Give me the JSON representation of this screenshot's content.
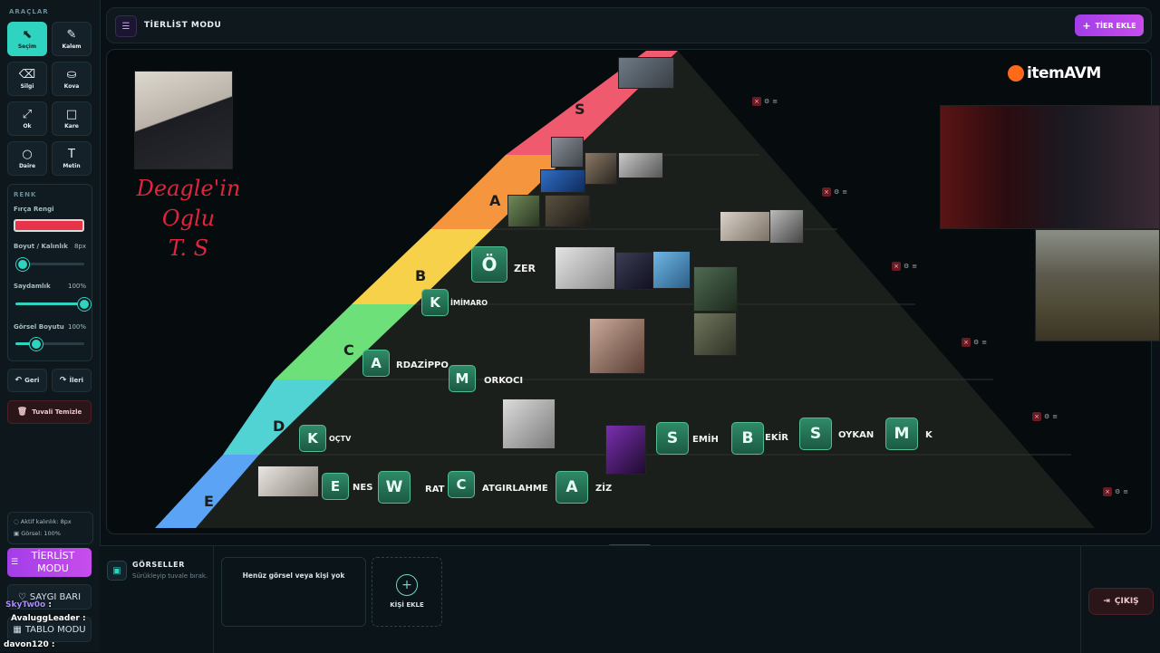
{
  "sidebar": {
    "tools_label": "ARAÇLAR",
    "tools": [
      {
        "label": "Seçim",
        "icon": "cursor-icon",
        "glyph": "⬉",
        "active": true
      },
      {
        "label": "Kalem",
        "icon": "pencil-icon",
        "glyph": "✎"
      },
      {
        "label": "Silgi",
        "icon": "eraser-icon",
        "glyph": "⌫"
      },
      {
        "label": "Kova",
        "icon": "bucket-icon",
        "glyph": "⛀"
      },
      {
        "label": "Ok",
        "icon": "arrow-icon",
        "glyph": "⤢"
      },
      {
        "label": "Kare",
        "icon": "square-icon",
        "glyph": "□"
      },
      {
        "label": "Daire",
        "icon": "circle-icon",
        "glyph": "○"
      },
      {
        "label": "Metin",
        "icon": "text-icon",
        "glyph": "T"
      }
    ],
    "color_section": "RENK",
    "brush_color_label": "Fırça Rengi",
    "brush_color": "#e8344a",
    "size_label": "Boyut / Kalınlık",
    "size_value": "8px",
    "size_fraction": 0.1,
    "opacity_label": "Saydamlık",
    "opacity_value": "100%",
    "opacity_fraction": 1.0,
    "image_size_label": "Görsel Boyutu",
    "image_size_value": "100%",
    "image_size_fraction": 0.3,
    "undo_label": "Geri",
    "redo_label": "İleri",
    "clear_label": "Tuvali Temizle",
    "status_thickness": "Aktif kalınlık: 8px",
    "status_image": "Görsel: 100%",
    "mode_tierlist": "TİERLİST MODU",
    "mode_respect": "SAYGI BARI",
    "mode_table": "TABLO MODU"
  },
  "topbar": {
    "title": "TİERLİST MODU",
    "add_tier_label": "TİER EKLE"
  },
  "canvas": {
    "logo_text": "itemAVM",
    "handwriting": [
      "Deagle'in",
      "Oglu",
      "T. S"
    ],
    "tiers": [
      {
        "label": "S",
        "color": "#ef5a6f"
      },
      {
        "label": "A",
        "color": "#f5963f"
      },
      {
        "label": "B",
        "color": "#f7d14a"
      },
      {
        "label": "C",
        "color": "#6ee07a"
      },
      {
        "label": "D",
        "color": "#52d3d3"
      },
      {
        "label": "E",
        "color": "#5aa3f5"
      }
    ],
    "chips": [
      {
        "letter": "Ö",
        "text": "ZER"
      },
      {
        "letter": "K",
        "text": "İMİMARO"
      },
      {
        "letter": "A",
        "text": "RDAZİPPO"
      },
      {
        "letter": "M",
        "text": "ORKOCI"
      },
      {
        "letter": "K",
        "text": "OÇTV"
      },
      {
        "letter": "S",
        "text": "EMİH"
      },
      {
        "letter": "B",
        "text": "EKİR"
      },
      {
        "letter": "S",
        "text": "OYKAN"
      },
      {
        "letter": "M",
        "text": "K"
      },
      {
        "letter": "E",
        "text": "NES"
      },
      {
        "letter": "W",
        "text": "RAT"
      },
      {
        "letter": "C",
        "text": "ATGİRLAHMEI"
      },
      {
        "letter": "A",
        "text": "ZİZ"
      }
    ],
    "row_close": "×",
    "row_gear": "⚙",
    "row_handle": "≡"
  },
  "bottom": {
    "images_title": "GÖRSELLER",
    "images_hint": "Sürükleyip tuvale bırak.",
    "empty_text": "Henüz görsel veya kişi yok",
    "add_person_label": "KİŞİ EKLE",
    "exit_label": "ÇIKIŞ"
  },
  "chat": [
    {
      "user": "SkyTw0o",
      "color": "#a98bff"
    },
    {
      "user": "AvaluggLeader",
      "color": "#ffffff"
    },
    {
      "user": "davon120",
      "color": "#ffffff"
    }
  ]
}
